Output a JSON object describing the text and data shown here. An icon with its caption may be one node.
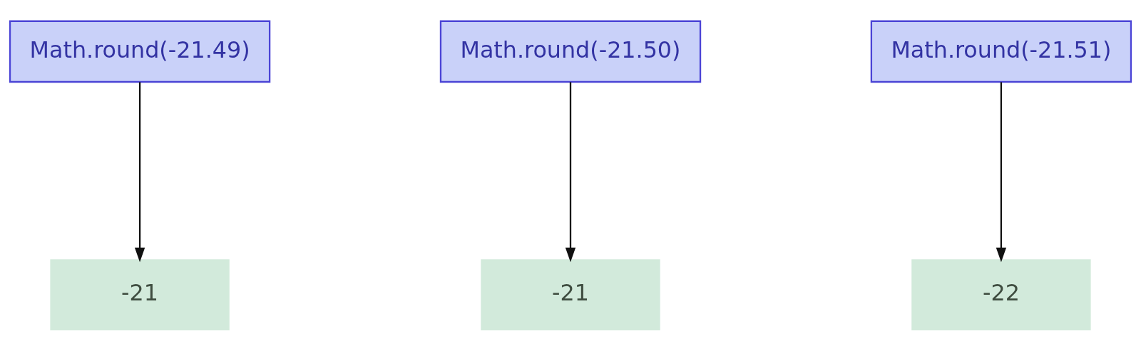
{
  "diagram": {
    "nodes": [
      {
        "text": [
          "Math.round(-21.49)"
        ]
      },
      {
        "text": [
          "Math.round(-21.50)"
        ]
      },
      {
        "text": [
          "Math.round(-21.51)"
        ]
      },
      {
        "text": [
          "-21"
        ]
      },
      {
        "text": [
          "-21"
        ]
      },
      {
        "text": [
          "-22"
        ]
      }
    ],
    "edges": [
      {
        "from": 0,
        "to": 3,
        "arrow": "to"
      },
      {
        "from": 1,
        "to": 4,
        "arrow": "to"
      },
      {
        "from": 2,
        "to": 5,
        "arrow": "to"
      }
    ]
  }
}
